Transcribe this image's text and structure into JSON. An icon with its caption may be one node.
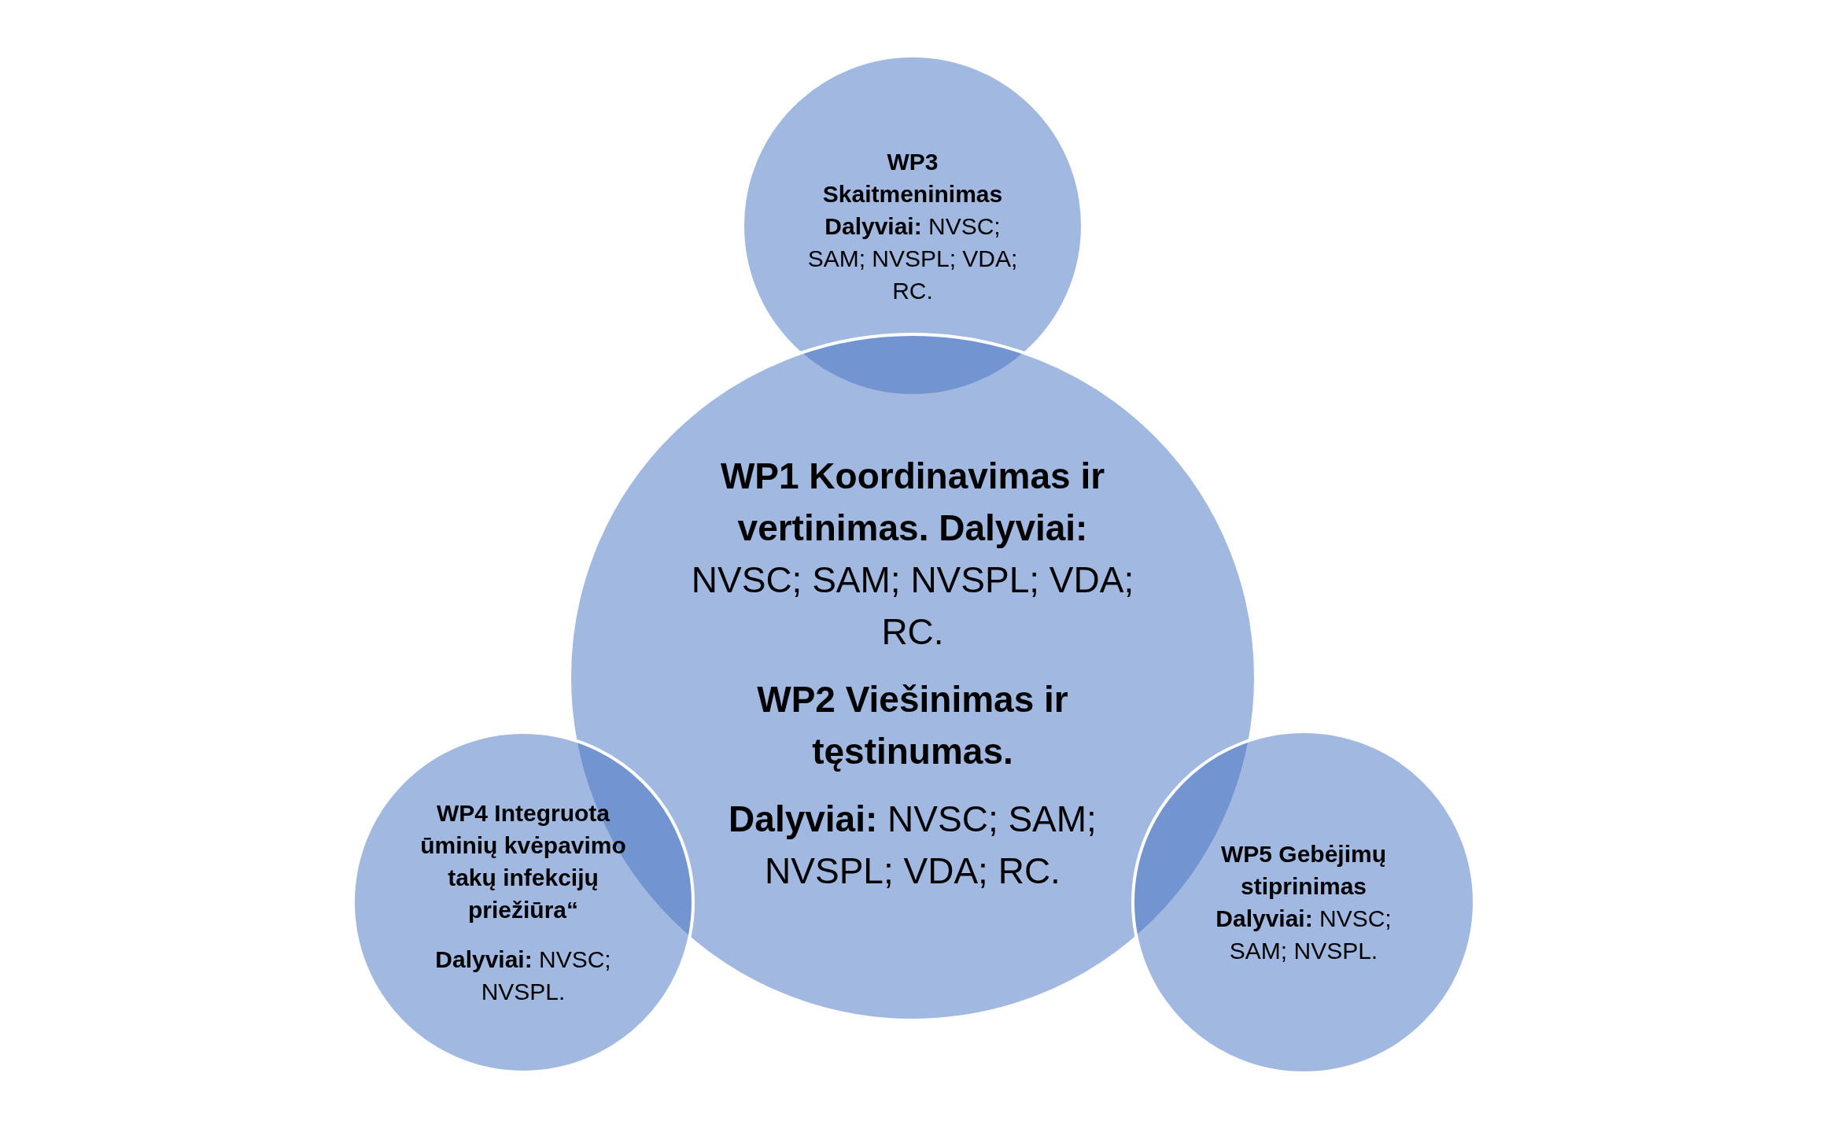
{
  "diagram": {
    "nodes": [
      {
        "text": [
          "WP3 Skaitmeninimas",
          "**Dalyviai:** NVSC; SAM; NVSPL; VDA; RC."
        ]
      },
      {
        "text": [
          "**WP1 Koordinavimas ir vertinimas. Dalyviai:** NVSC; SAM; NVSPL; VDA; RC.",
          "WP2 Viešinimas ir tęstinumas.",
          "**Dalyviai:** NVSC; SAM; NVSPL; VDA; RC."
        ]
      },
      {
        "text": [
          "WP4 Integruota ūminių kvėpavimo takų infekcijų priežiūra“",
          "**Dalyviai:** NVSC; NVSPL."
        ]
      },
      {
        "text": [
          "WP5 Gebėjimų stiprinimas",
          "**Dalyviai:** NVSC; SAM; NVSPL."
        ]
      }
    ]
  }
}
